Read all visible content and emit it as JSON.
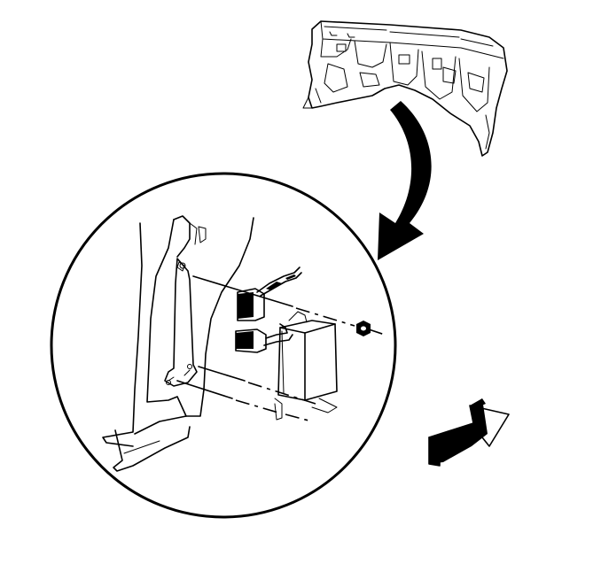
{
  "figure": {
    "background": "#ffffff",
    "ink": "#000000",
    "icons": [
      "dashboard-assembly",
      "curved-locator-arrow",
      "detail-circle",
      "orientation-arrow"
    ]
  }
}
